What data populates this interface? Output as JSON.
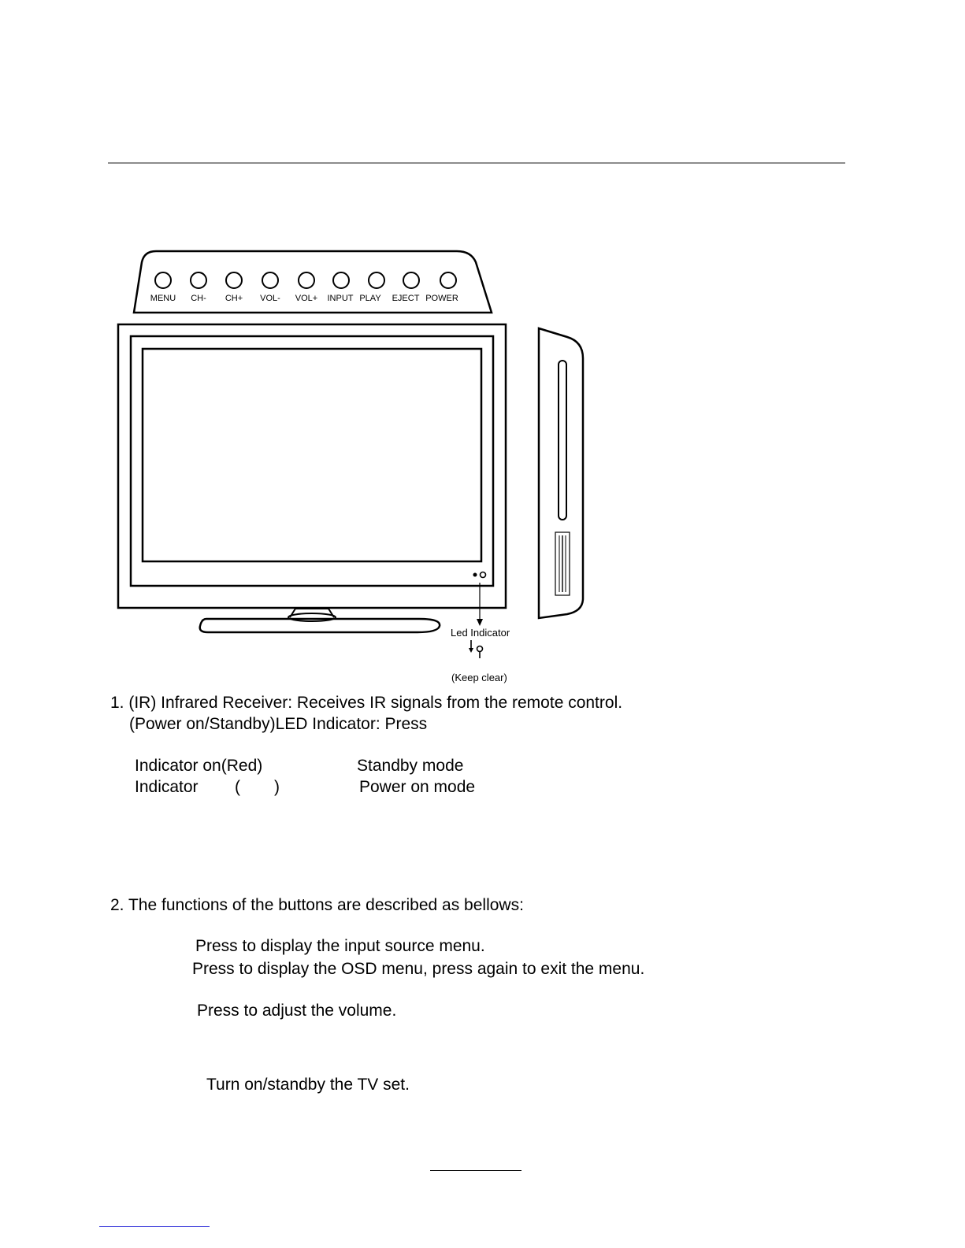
{
  "panel_buttons": [
    "MENU",
    "CH-",
    "CH+",
    "VOL-",
    "VOL+",
    "INPUT",
    "PLAY",
    "EJECT",
    "POWER"
  ],
  "led_label": "Led Indicator",
  "keep_clear": "(Keep clear)",
  "section1": {
    "line1": "1. (IR) Infrared Receiver: Receives IR signals from the remote control.",
    "line2": "(Power on/Standby)LED Indicator: Press",
    "rows": [
      {
        "indicator": "Indicator on(Red)",
        "mode": "Standby mode"
      },
      {
        "indicator": "Indicator",
        "paren_open": "(",
        "paren_close": ")",
        "mode": "Power on mode"
      }
    ]
  },
  "section2": {
    "heading": "2. The functions of the buttons are described as bellows:",
    "items": [
      "Press to display the input source menu.",
      "Press to display the OSD menu, press again to exit the menu.",
      "Press to adjust the volume.",
      "Turn on/standby the TV set."
    ]
  }
}
